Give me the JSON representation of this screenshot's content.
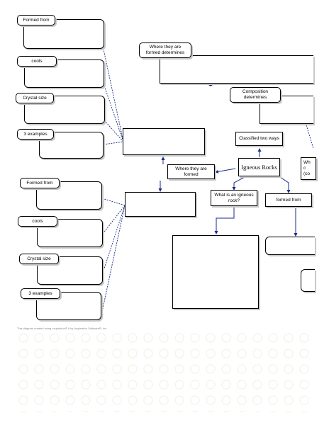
{
  "left_group_top": {
    "formed_from": "Formed from",
    "cools": "cools",
    "crystal_size": "Crystal size",
    "examples": "3 examples"
  },
  "left_group_bottom": {
    "formed_from": "Formed from",
    "cools": "cools",
    "crystal_size": "Crystal size",
    "examples": "3 examples"
  },
  "center": {
    "where_determines": "Where they are formed determines",
    "composition_determines": "Composition determines",
    "classified_two_ways": "Classified two ways",
    "main_title": "Igneous Rocks",
    "where_formed": "Where they are formed",
    "what_is": "What is an igneous rock?",
    "formed_from_right": "formed from",
    "right_cut_label": "Wh c (co"
  },
  "credit": "This diagram created using Inspiration® 6 by Inspiration Software®, Inc."
}
